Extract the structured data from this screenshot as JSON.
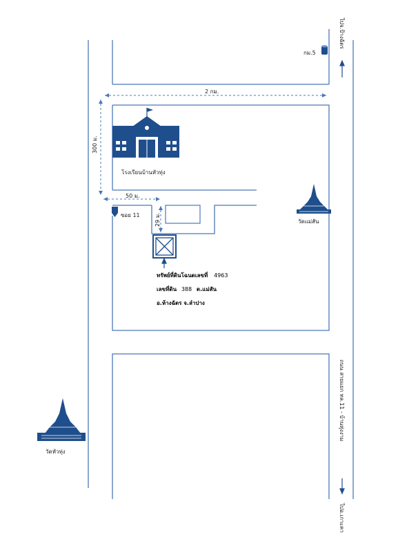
{
  "top_right_direction": "ไปจ.ป้างฉัตร",
  "km_marker": "กม.5",
  "distance_road": "2 กม.",
  "distance_vertical": "300 ม.",
  "distance_soi": "50 ม.",
  "distance_short": "29 ม.",
  "school_name": "โรงเรียนบ้านหัวทุ่ง",
  "soi_label": "ซอย 11",
  "temple_right": "วัดแม่สัน",
  "temple_left": "วัดหัวทุ่ง",
  "property": {
    "line1": "ทรัพย์ที่ดินโฉนดเลขที่",
    "deed_no": "4963",
    "line2_prefix": "เลขที่ดิน",
    "land_no": "388",
    "line2_suffix": "ต.แม่สัน",
    "line3": "อ.ห้างฉัตร  จ.ลำปาง"
  },
  "main_road_label": "ถนน สายแยก ทล.11 - บ้านทุ่งงาม",
  "bottom_right_direction": "ไปอ.เกาะคา",
  "colors": {
    "line": "#4a78b8",
    "icon": "#1f4e8c",
    "dash": "#4a78b8"
  }
}
